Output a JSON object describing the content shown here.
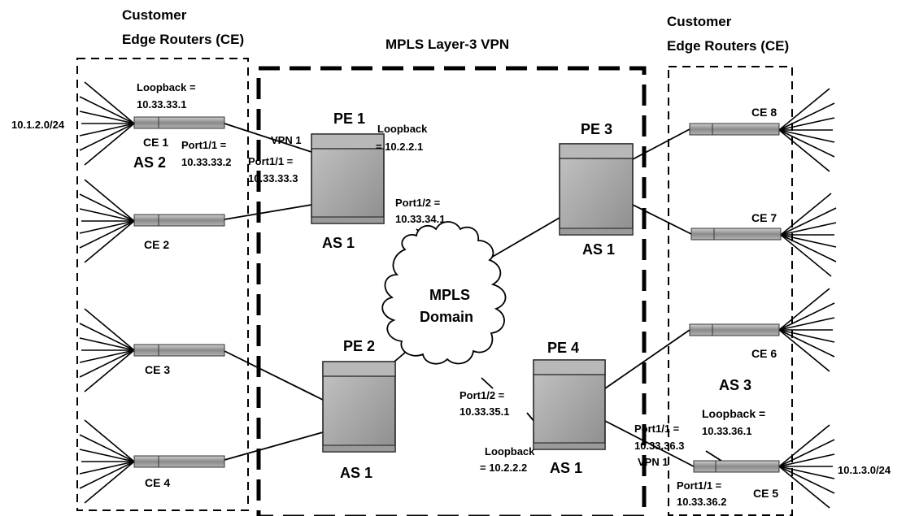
{
  "labels": {
    "title": "MPLS Layer-3 VPN",
    "ce_left_line1": "Customer",
    "ce_left_line2": "Edge Routers (CE)",
    "ce_right_line1": "Customer",
    "ce_right_line2": "Edge Routers (CE)",
    "net_left": "10.1.2.0/24",
    "net_right": "10.1.3.0/24",
    "ce1": "CE 1",
    "ce2": "CE 2",
    "ce3": "CE 3",
    "ce4": "CE 4",
    "ce5": "CE 5",
    "ce6": "CE 6",
    "ce7": "CE 7",
    "ce8": "CE 8",
    "as2": "AS 2",
    "as3": "AS 3",
    "pe1": "PE 1",
    "pe2": "PE 2",
    "pe3": "PE 3",
    "pe4": "PE 4",
    "as1_pe1": "AS 1",
    "as1_pe2": "AS 1",
    "as1_pe3": "AS 1",
    "as1_pe4": "AS 1",
    "ce1_lb_l1": "Loopback =",
    "ce1_lb_l2": "10.33.33.1",
    "ce1_port_l1": "Port1/1 =",
    "ce1_port_l2": "10.33.33.2",
    "pe1_vpn": "VPN 1",
    "pe1_port11_l1": "Port1/1 =",
    "pe1_port11_l2": "10.33.33.3",
    "pe1_lb_l1": "Loopback",
    "pe1_lb_l2": "= 10.2.2.1",
    "pe1_port12_l1": "Port1/2 =",
    "pe1_port12_l2": "10.33.34.1",
    "cloud_l1": "MPLS",
    "cloud_l2": "Domain",
    "pe4_port12_l1": "Port1/2 =",
    "pe4_port12_l2": "10.33.35.1",
    "pe4_lb_l1": "Loopback",
    "pe4_lb_l2": "= 10.2.2.2",
    "pe4_port11_l1": "Port1/1 =",
    "pe4_port11_l2": "10.33.36.3",
    "pe4_vpn": "VPN 1",
    "ce5_lb_l1": "Loopback =",
    "ce5_lb_l2": "10.33.36.1",
    "ce5_port_l1": "Port1/1 =",
    "ce5_port_l2": "10.33.36.2"
  },
  "colors": {
    "device_fill": "#a9a9a9",
    "device_stroke": "#1a1a1a",
    "line": "#000000",
    "cloud_fill": "#ffffff"
  }
}
